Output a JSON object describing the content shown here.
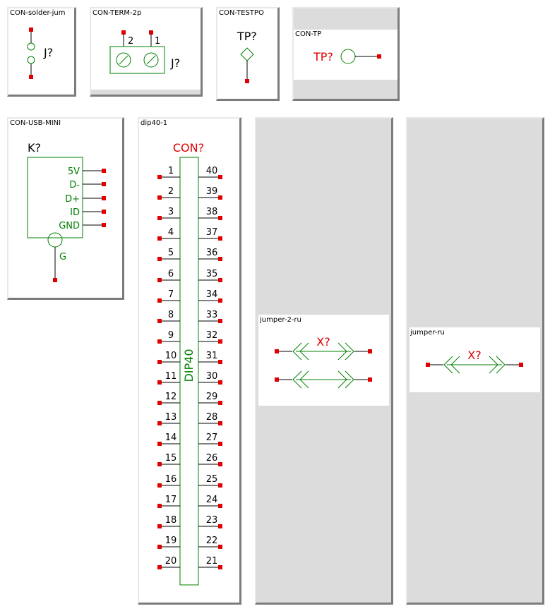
{
  "tiles": {
    "solder": {
      "caption": "CON-solder-jum",
      "ref": "J?"
    },
    "term": {
      "caption": "CON-TERM-2p",
      "ref": "J?",
      "pin_left": "2",
      "pin_right": "1"
    },
    "testpo": {
      "caption": "CON-TESTPO",
      "ref": "TP?"
    },
    "tp": {
      "caption": "CON-TP",
      "ref": "TP?"
    },
    "usb": {
      "caption": "CON-USB-MINI",
      "ref": "K?",
      "pins": [
        "5V",
        "D-",
        "D+",
        "ID",
        "GND"
      ],
      "ground": "G"
    },
    "dip": {
      "caption": "dip40-1",
      "ref": "CON?",
      "body_label": "DIP40",
      "left_pins": [
        "1",
        "2",
        "3",
        "4",
        "5",
        "6",
        "7",
        "8",
        "9",
        "10",
        "11",
        "12",
        "13",
        "14",
        "15",
        "16",
        "17",
        "18",
        "19",
        "20"
      ],
      "right_pins": [
        "40",
        "39",
        "38",
        "37",
        "36",
        "35",
        "34",
        "33",
        "32",
        "31",
        "30",
        "29",
        "28",
        "27",
        "26",
        "25",
        "24",
        "23",
        "22",
        "21"
      ]
    },
    "jumper2": {
      "caption": "jumper-2-ru",
      "ref": "X?"
    },
    "jumper": {
      "caption": "jumper-ru",
      "ref": "X?"
    }
  },
  "colors": {
    "wire": "#000000",
    "symbol": "#008000",
    "pin": "#e00000",
    "ref_red": "#e00000",
    "tile_bg": "#dcdcdc"
  }
}
